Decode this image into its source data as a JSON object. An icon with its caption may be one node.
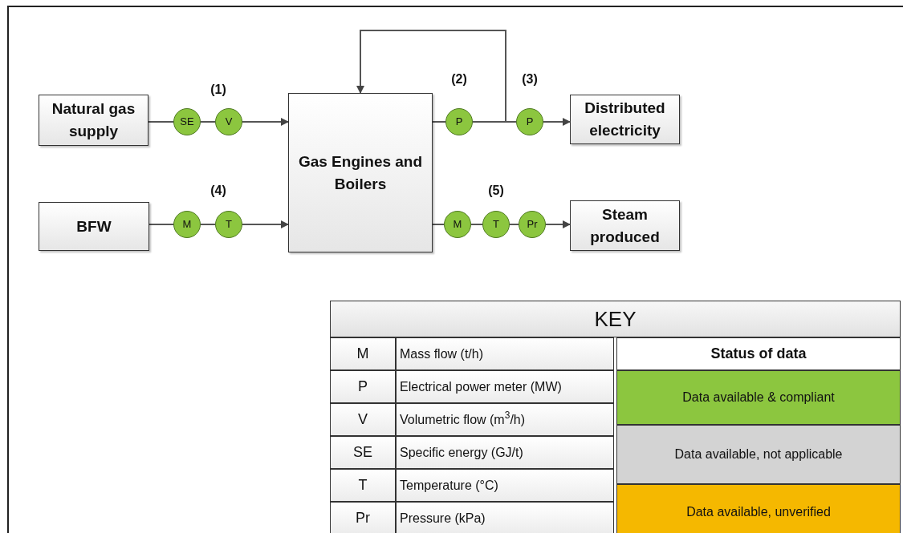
{
  "diagram": {
    "nodes": [
      {
        "text": [
          "Natural gas supply"
        ]
      },
      {
        "text": [
          "SE"
        ]
      },
      {
        "text": [
          "V"
        ]
      },
      {
        "text": [
          "Gas Engines and Boilers"
        ]
      },
      {
        "text": [
          "BFW"
        ]
      },
      {
        "text": [
          "M"
        ]
      },
      {
        "text": [
          "T"
        ]
      },
      {
        "text": [
          "P"
        ]
      },
      {
        "text": [
          "P"
        ]
      },
      {
        "text": [
          "Distributed electricity"
        ]
      },
      {
        "text": [
          "M"
        ]
      },
      {
        "text": [
          "T"
        ]
      },
      {
        "text": [
          "Pr"
        ]
      },
      {
        "text": [
          "Steam produced"
        ]
      }
    ],
    "edges": [
      {
        "from": 0,
        "to": 1,
        "arrow": "none"
      },
      {
        "from": 1,
        "to": 2,
        "arrow": "none"
      },
      {
        "from": 2,
        "to": 3,
        "arrow": "to"
      },
      {
        "from": 4,
        "to": 5,
        "arrow": "none"
      },
      {
        "from": 5,
        "to": 6,
        "arrow": "none"
      },
      {
        "from": 6,
        "to": 3,
        "arrow": "to"
      },
      {
        "from": 3,
        "to": 7,
        "arrow": "none"
      },
      {
        "from": 7,
        "to": 8,
        "arrow": "none"
      },
      {
        "from": 8,
        "to": 9,
        "arrow": "to"
      },
      {
        "from": 7,
        "to": 3,
        "arrow": "to"
      },
      {
        "from": 3,
        "to": 10,
        "arrow": "none"
      },
      {
        "from": 10,
        "to": 11,
        "arrow": "none"
      },
      {
        "from": 11,
        "to": 12,
        "arrow": "none"
      },
      {
        "from": 12,
        "to": 13,
        "arrow": "to"
      }
    ],
    "labels": [
      "(1)",
      "(2)",
      "(3)",
      "(4)",
      "(5)",
      "KEY",
      "M",
      "Mass flow (t/h)",
      "Status of data",
      "P",
      "Electrical power meter (MW)",
      "V",
      "Volumetric flow (m$^{3}$/h)",
      "SE",
      "Specific energy (GJ/t)",
      "T",
      "Temperature (°C)",
      "Pr",
      "Pressure (kPa)"
    ],
    "legend": [
      {
        "text": "Data available & compliant",
        "color": "#8cc63f"
      },
      {
        "text": "Data available, not applicable",
        "color": "#d3d3d3"
      },
      {
        "text": "Data available, unverified",
        "color": "#f5b800"
      }
    ]
  }
}
